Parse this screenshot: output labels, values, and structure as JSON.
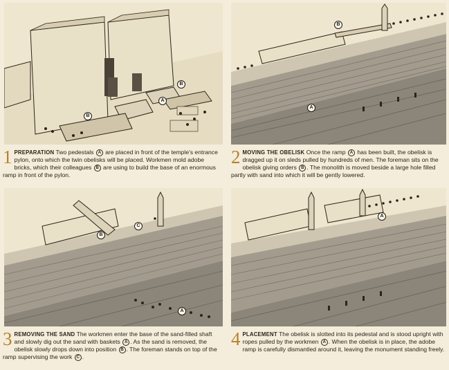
{
  "panels": [
    {
      "number": "1",
      "heading": "PREPARATION",
      "text_parts": [
        "Two pedestals ",
        " are placed in front of the temple's entrance pylon, onto which the twin obelisks will be placed. Workmen mold adobe bricks, which their colleagues ",
        " are using to build the base of an enormous ramp in front of the pylon."
      ],
      "tags": [
        "A",
        "B"
      ],
      "markers": [
        "A",
        "B",
        "B"
      ]
    },
    {
      "number": "2",
      "heading": "MOVING THE OBELISK",
      "text_parts": [
        "Once the ramp ",
        " has been built, the obelisk is dragged up it on sleds pulled by hundreds of men. The foreman sits on the obelisk giving orders ",
        ". The monolith is moved beside a large hole filled partly with sand into which it will be gently lowered."
      ],
      "tags": [
        "A",
        "B"
      ],
      "markers": [
        "A",
        "B"
      ]
    },
    {
      "number": "3",
      "heading": "REMOVING THE SAND",
      "text_parts": [
        "The workmen enter the base of the sand-filled shaft and slowly dig out the sand with baskets ",
        ". As the sand is removed, the obelisk slowly drops down into position ",
        ". The foreman stands on top of the ramp supervising the work ",
        "."
      ],
      "tags": [
        "A",
        "B",
        "C"
      ],
      "markers": [
        "A",
        "B",
        "C"
      ]
    },
    {
      "number": "4",
      "heading": "PLACEMENT",
      "text_parts": [
        "The obelisk is slotted into its pedestal and is stood upright with ropes pulled by the workmen ",
        ". When the obelisk is in place, the adobe ramp is carefully dismantled around it, leaving the monument standing freely."
      ],
      "tags": [
        "A"
      ],
      "markers": [
        "A"
      ]
    }
  ],
  "colors": {
    "paper": "#f4eddb",
    "number": "#b8812f",
    "ink": "#2b2417",
    "ramp": "#8c8579",
    "stone": "#ddd3bb"
  }
}
